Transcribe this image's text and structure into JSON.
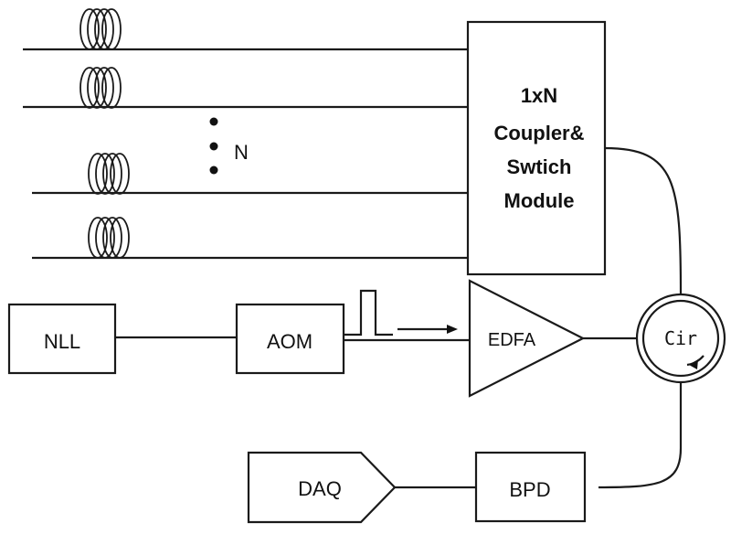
{
  "labels": {
    "nll": "NLL",
    "aom": "AOM",
    "edfa": "EDFA",
    "circulator": "Cir",
    "daq": "DAQ",
    "bpd": "BPD",
    "channel_count": "N",
    "coupler_lines": [
      "1xN",
      "Coupler&",
      "Swtich",
      "Module"
    ]
  }
}
